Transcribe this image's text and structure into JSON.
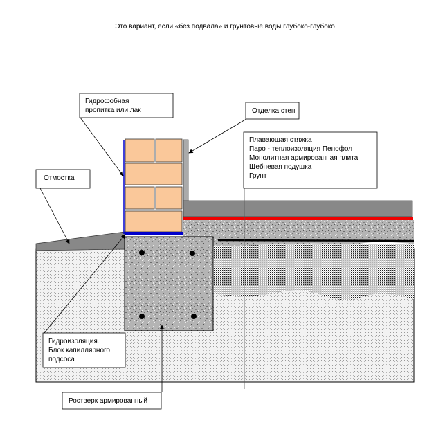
{
  "title": "Это вариант, если «без подвала» и грунтовые воды глубоко-глубоко",
  "labels": {
    "hydrophobic": [
      "Гидрофобная",
      "пропитка или лак"
    ],
    "wall_finish": "Отделка стен",
    "floor_layers": [
      "Плавающая стяжка",
      "Паро - теплоизоляция  Пенофол",
      "Монолитная армированная плита",
      "Щебневая подушка",
      "Грунт"
    ],
    "blind_area": "Отмостка",
    "waterproofing": [
      "Гидроизоляция.",
      "Блок капиллярного",
      "подсоса"
    ],
    "grillage": "Ростверк армированный"
  },
  "colors": {
    "brick": "#fac89a",
    "waterproof_line": "#0000cc",
    "vapor_barrier": "#ee0000",
    "screed": "#888888"
  }
}
